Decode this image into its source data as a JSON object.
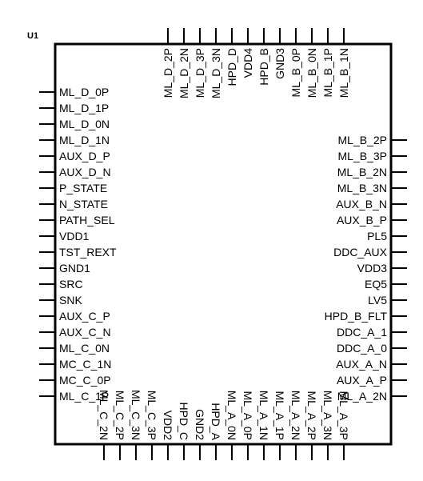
{
  "component": {
    "ref": "U1",
    "left_pins": [
      "ML_D_0P",
      "ML_D_1P",
      "ML_D_0N",
      "ML_D_1N",
      "AUX_D_P",
      "AUX_D_N",
      "P_STATE",
      "N_STATE",
      "PATH_SEL",
      "VDD1",
      "TST_REXT",
      "GND1",
      "SRC",
      "SNK",
      "AUX_C_P",
      "AUX_C_N",
      "ML_C_0N",
      "MC_C_1N",
      "MC_C_0P",
      "ML_C_1P"
    ],
    "right_pins": [
      "ML_B_2P",
      "ML_B_3P",
      "ML_B_2N",
      "ML_B_3N",
      "AUX_B_N",
      "AUX_B_P",
      "PL5",
      "DDC_AUX",
      "VDD3",
      "EQ5",
      "LV5",
      "HPD_B_FLT",
      "DDC_A_1",
      "DDC_A_0",
      "AUX_A_N",
      "AUX_A_P",
      "ML_A_2N"
    ],
    "top_pins": [
      "ML_D_2P",
      "ML_D_2N",
      "ML_D_3P",
      "ML_D_3N",
      "HPD_D",
      "VDD4",
      "HPD_B",
      "GND3",
      "ML_B_0P",
      "ML_B_0N",
      "ML_B_1P",
      "ML_B_1N"
    ],
    "bottom_pins": [
      "ML_C_2N",
      "ML_C_2P",
      "ML_C_3N",
      "ML_C_3P",
      "VDD2",
      "HPD_C",
      "GND2",
      "HPD_A",
      "ML_A_0N",
      "ML_A_0P",
      "ML_A_1N",
      "ML_A_1P",
      "ML_A_2N",
      "ML_A_2P",
      "ML_A_3N",
      "ML_A_3P"
    ]
  }
}
